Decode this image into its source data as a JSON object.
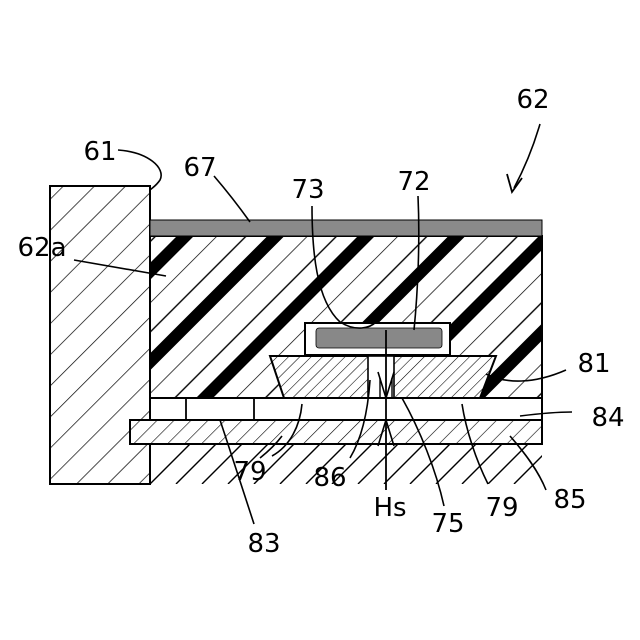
{
  "figure": {
    "labels": {
      "l62": "62",
      "l61": "61",
      "l67": "67",
      "l73": "73",
      "l72": "72",
      "l62a": "62a",
      "l81": "81",
      "l84": "84",
      "l79a": "79",
      "l86": "86",
      "lHs": "Hs",
      "l75": "75",
      "l79b": "79",
      "l85": "85",
      "l83": "83"
    }
  }
}
